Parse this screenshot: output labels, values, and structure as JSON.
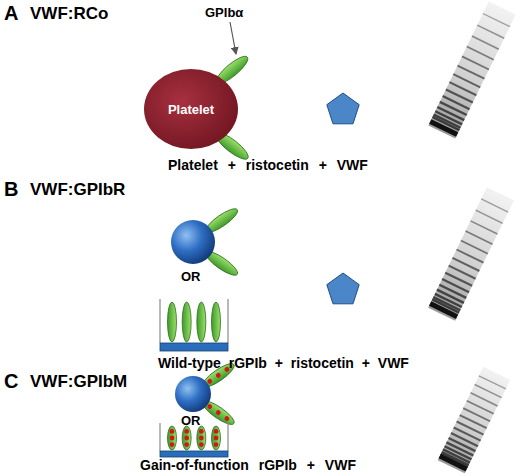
{
  "diagram": {
    "nodes": [
      {
        "text": [
          "Platelet"
        ]
      }
    ],
    "labels": [
      "A",
      "VWF:RCo",
      "GPIbα",
      "Platelet + ristocetin + VWF",
      "B",
      "VWF:GPIbR",
      "OR",
      "Wild-type rGPIb + ristocetin + VWF",
      "C",
      "VWF:GPIbM",
      "OR",
      "Gain-of-function rGPIb + VWF"
    ]
  }
}
